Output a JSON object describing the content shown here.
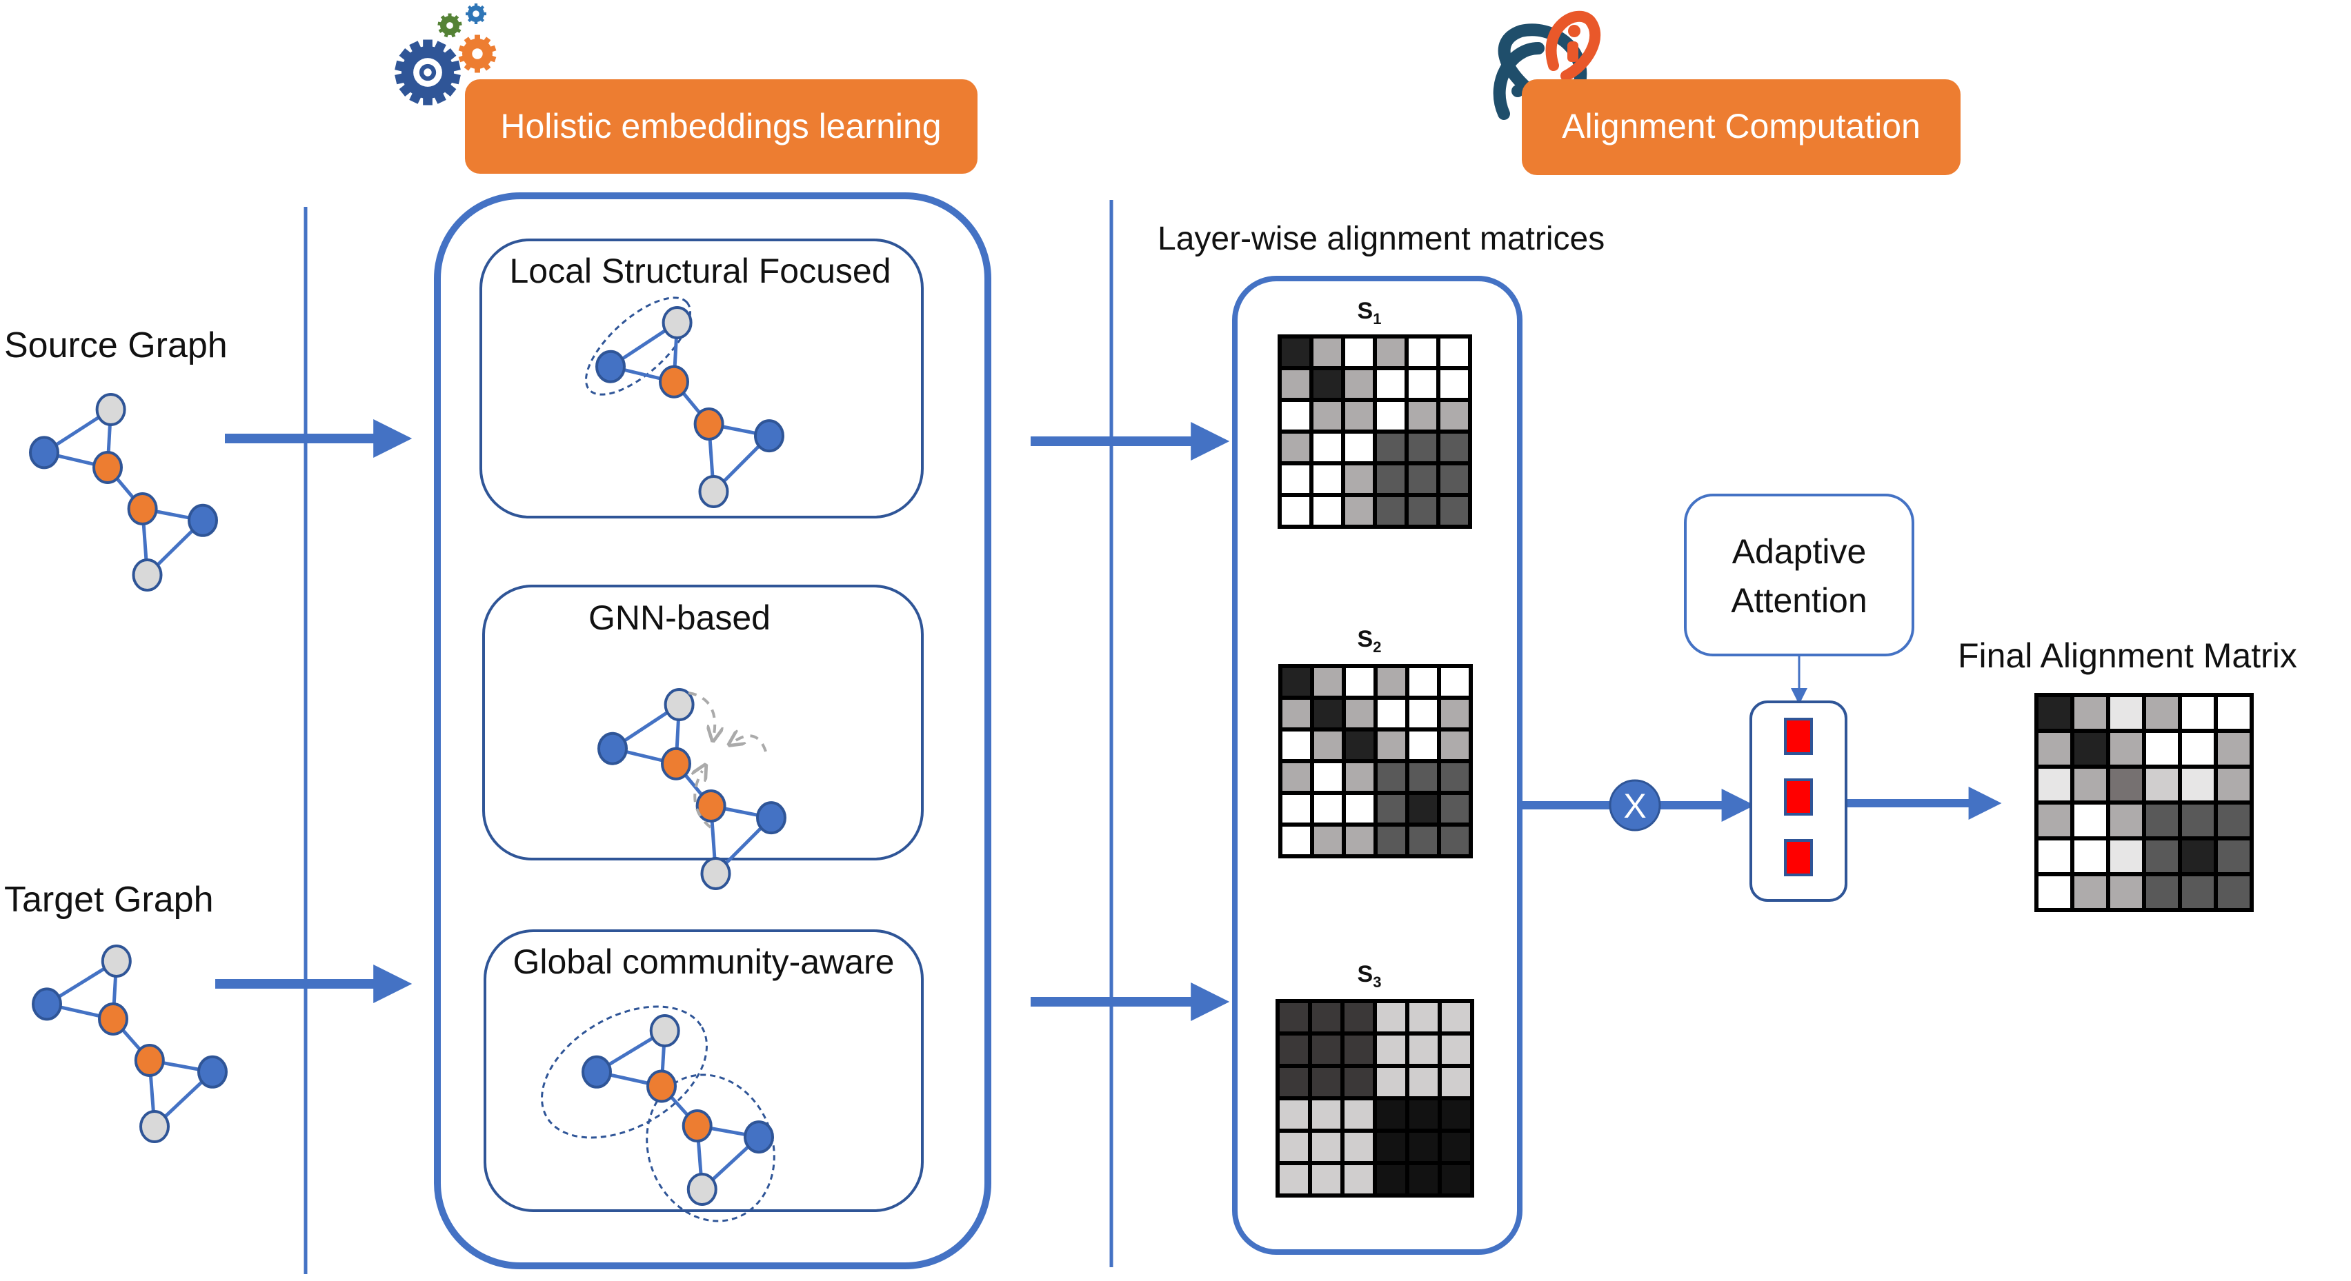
{
  "colors": {
    "accent_blue": "#4472C4",
    "dark_blue_border": "#2F5597",
    "orange": "#ED7D31",
    "node_gray": "#D9D9D9",
    "attention_red": "#FF0000",
    "cell_black": "#222222",
    "cell_gray": "#AEABAB",
    "cell_white": "#FFFFFF",
    "cell_dark": "#595959",
    "cell_light": "#E7E6E6",
    "cell_lightgray": "#D0CECE",
    "cell_mid": "#767171",
    "cell_charcoal": "#3B3838",
    "cell_jet": "#121212"
  },
  "inputs": {
    "source_label": "Source Graph",
    "target_label": "Target Graph"
  },
  "stage1": {
    "title": "Holistic embeddings learning",
    "icon": "gears-icon",
    "modules": [
      {
        "label": "Local Structural Focused"
      },
      {
        "label": "GNN-based"
      },
      {
        "label": "Global community-aware"
      }
    ]
  },
  "stage2": {
    "title": "Alignment Computation",
    "icon": "linked-nodes-icon",
    "matrices_label": "Layer-wise alignment matrices",
    "matrices": [
      {
        "name": "S",
        "sub": "1",
        "cells": [
          [
            "k",
            "g",
            "w",
            "g",
            "w",
            "w"
          ],
          [
            "g",
            "k",
            "g",
            "w",
            "w",
            "w"
          ],
          [
            "w",
            "g",
            "g",
            "w",
            "g",
            "g"
          ],
          [
            "g",
            "w",
            "w",
            "d",
            "d",
            "d"
          ],
          [
            "w",
            "w",
            "g",
            "d",
            "d",
            "d"
          ],
          [
            "w",
            "w",
            "g",
            "d",
            "d",
            "d"
          ]
        ]
      },
      {
        "name": "S",
        "sub": "2",
        "cells": [
          [
            "k",
            "g",
            "w",
            "g",
            "w",
            "w"
          ],
          [
            "g",
            "k",
            "g",
            "w",
            "w",
            "g"
          ],
          [
            "w",
            "g",
            "k",
            "g",
            "w",
            "g"
          ],
          [
            "g",
            "w",
            "g",
            "d",
            "d",
            "d"
          ],
          [
            "w",
            "w",
            "w",
            "d",
            "k",
            "d"
          ],
          [
            "w",
            "g",
            "g",
            "d",
            "d",
            "d"
          ]
        ]
      },
      {
        "name": "S",
        "sub": "3",
        "cells": [
          [
            "c",
            "c",
            "c",
            "s",
            "s",
            "s"
          ],
          [
            "c",
            "c",
            "c",
            "s",
            "s",
            "s"
          ],
          [
            "c",
            "c",
            "c",
            "s",
            "s",
            "s"
          ],
          [
            "s",
            "s",
            "s",
            "j",
            "j",
            "j"
          ],
          [
            "s",
            "s",
            "s",
            "j",
            "j",
            "j"
          ],
          [
            "s",
            "s",
            "s",
            "j",
            "j",
            "j"
          ]
        ]
      }
    ],
    "multiply_symbol": "X",
    "attention_label_line1": "Adaptive",
    "attention_label_line2": "Attention",
    "attention_weights_count": 3,
    "final_label": "Final Alignment Matrix",
    "final_matrix": [
      [
        "k",
        "g",
        "l",
        "g",
        "w",
        "w"
      ],
      [
        "g",
        "k",
        "g",
        "w",
        "w",
        "g"
      ],
      [
        "l",
        "g",
        "m",
        "s",
        "l",
        "g"
      ],
      [
        "g",
        "w",
        "g",
        "d",
        "d",
        "d"
      ],
      [
        "w",
        "w",
        "l",
        "d",
        "k",
        "d"
      ],
      [
        "w",
        "g",
        "g",
        "d",
        "d",
        "d"
      ]
    ]
  }
}
